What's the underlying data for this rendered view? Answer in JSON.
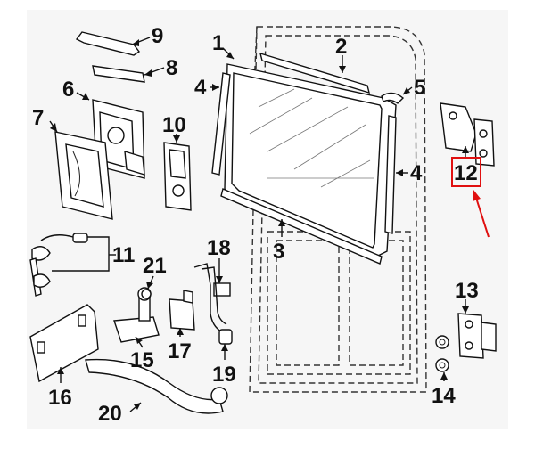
{
  "callouts": [
    {
      "id": "9",
      "text": "9"
    },
    {
      "id": "8",
      "text": "8"
    },
    {
      "id": "6",
      "text": "6"
    },
    {
      "id": "7",
      "text": "7"
    },
    {
      "id": "10",
      "text": "10"
    },
    {
      "id": "1",
      "text": "1"
    },
    {
      "id": "2",
      "text": "2"
    },
    {
      "id": "4a",
      "text": "4"
    },
    {
      "id": "5",
      "text": "5"
    },
    {
      "id": "4b",
      "text": "4"
    },
    {
      "id": "3",
      "text": "3"
    },
    {
      "id": "12",
      "text": "12"
    },
    {
      "id": "11",
      "text": "11"
    },
    {
      "id": "18",
      "text": "18"
    },
    {
      "id": "21",
      "text": "21"
    },
    {
      "id": "13",
      "text": "13"
    },
    {
      "id": "15",
      "text": "15"
    },
    {
      "id": "17",
      "text": "17"
    },
    {
      "id": "19",
      "text": "19"
    },
    {
      "id": "14",
      "text": "14"
    },
    {
      "id": "16",
      "text": "16"
    },
    {
      "id": "20",
      "text": "20"
    }
  ],
  "highlight": {
    "callout": "12",
    "color": "#e01010"
  }
}
